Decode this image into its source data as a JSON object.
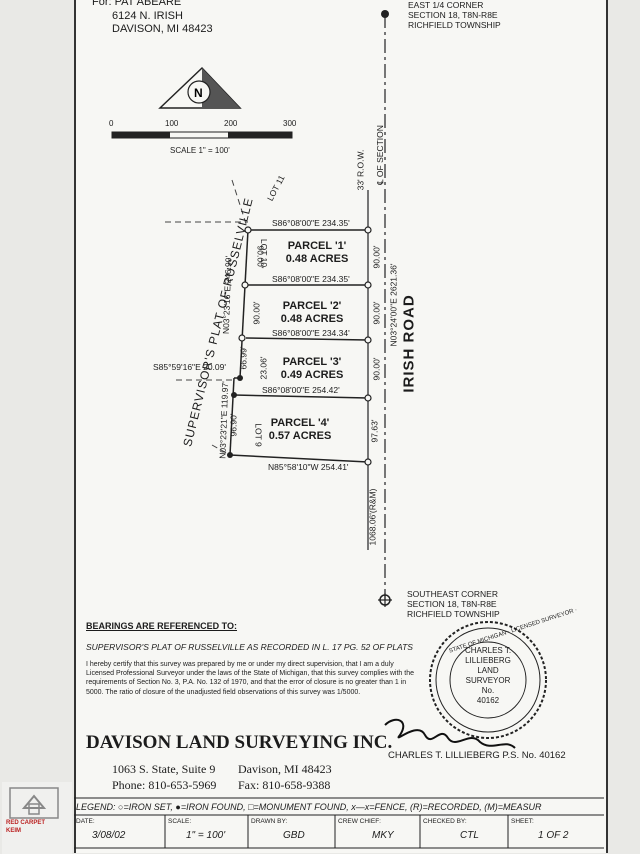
{
  "header": {
    "for_label": "For: PAT ABEARE",
    "address": "6124 N. IRISH",
    "city": "DAVISON, MI  48423"
  },
  "corners": {
    "east_quarter": [
      "EAST 1/4 CORNER",
      "SECTION 18, T8N-R8E",
      "RICHFIELD TOWNSHIP"
    ],
    "southeast": [
      "SOUTHEAST CORNER",
      "SECTION 18, T8N-R8E",
      "RICHFIELD TOWNSHIP"
    ]
  },
  "scale_bar": {
    "ticks": [
      "0",
      "100",
      "200",
      "300"
    ],
    "label": "SCALE 1\" = 100'"
  },
  "plat_labels": {
    "row_label": "33' R.O.W.",
    "section_label": "℄ OF SECTION",
    "road": "IRISH ROAD",
    "supervisors": "SUPERVISOR'S  PLAT  OF  RUSSELVILLE",
    "lot11": "LOT  11",
    "lot10": "LOT  10",
    "lot9": "LOT  9",
    "frontage": "1068.06'(R&M)"
  },
  "parcels": [
    {
      "name": "PARCEL '1'",
      "acres": "0.48 ACRES"
    },
    {
      "name": "PARCEL '2'",
      "acres": "0.48 ACRES"
    },
    {
      "name": "PARCEL '3'",
      "acres": "0.49 ACRES"
    },
    {
      "name": "PARCEL '4'",
      "acres": "0.57 ACRES"
    }
  ],
  "bearings": {
    "b1": "S86°08'00\"E  234.35'",
    "b2": "S86°08'00\"E  234.35'",
    "b3": "S86°08'00\"E  234.34'",
    "b4": "S86°08'00\"E  254.42'",
    "b5": "N85°58'10\"W  254.41'",
    "b6": "S85°59'16\"E  20.09'",
    "west1": "N03°23'16\"E  246.99'",
    "west2": "N03°23'21\"E  119.97'",
    "east_total": "N03°24'00\"E  2621.36'",
    "d_9000a": "90.00'",
    "d_9000b": "90.00'",
    "d_9000c": "90.00'",
    "d_9000d": "90.00'",
    "d_9000e": "90.00'",
    "d_6699": "66.99'",
    "d_2306": "23.06'",
    "d_9690": "96.90'",
    "d_9763": "97.63'"
  },
  "bearings_section": {
    "title": "BEARINGS ARE REFERENCED TO:",
    "text": "SUPERVISOR'S PLAT OF RUSSELVILLE AS RECORDED IN L. 17 PG. 52 OF PLATS"
  },
  "certification": "I hereby certify that this survey was prepared by me or under my direct supervision, that I am a duly Licensed Professional Surveyor under the laws of the State of Michigan, that this survey complies with the requirements of Section No. 3, P.A. No. 132 of 1970, and that the error of closure is no greater than 1 in 5000. The ratio of closure of the unadjusted field observations of this survey was 1/5000.",
  "seal": {
    "ring": "STATE OF MICHIGAN · LICENSED SURVEYOR ·",
    "lines": [
      "CHARLES T.",
      "LILLIEBERG",
      "LAND",
      "SURVEYOR",
      "No.",
      "40162"
    ]
  },
  "company": {
    "name": "DAVISON LAND SURVEYING INC.",
    "street": "1063 S. State, Suite 9",
    "city": "Davison, MI 48423",
    "phone": "Phone: 810-653-5969",
    "fax": "Fax: 810-658-9388"
  },
  "surveyor_line": "CHARLES T. LILLIEBERG P.S.   No. 40162",
  "legend": "LEGEND: ○=IRON SET, ●=IRON FOUND, □=MONUMENT FOUND, x—x=FENCE, (R)=RECORDED, (M)=MEASUR",
  "title_block": [
    {
      "label": "DATE:",
      "value": "3/08/02"
    },
    {
      "label": "SCALE:",
      "value": "1\" = 100'"
    },
    {
      "label": "DRAWN BY:",
      "value": "GBD"
    },
    {
      "label": "CREW CHIEF:",
      "value": "MKY"
    },
    {
      "label": "CHECKED BY:",
      "value": "CTL"
    },
    {
      "label": "SHEET:",
      "value": "1 OF 2"
    }
  ],
  "watermark": {
    "line1": "RED CARPET",
    "line2": "KEIM"
  }
}
